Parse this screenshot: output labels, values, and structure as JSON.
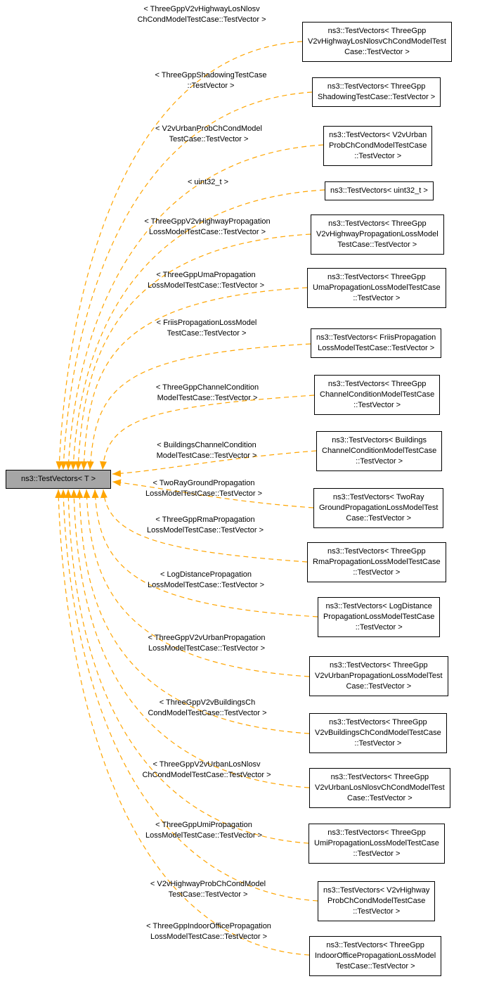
{
  "main_node": {
    "label": "ns3::TestVectors< T >"
  },
  "colors": {
    "edge": "#ffa500",
    "node_border": "#000000",
    "node_fill": "#ffffff",
    "main_node_fill": "#a6a6a6",
    "text": "#000000"
  },
  "instantiations": [
    {
      "node_label": "ns3::TestVectors< ThreeGpp\nV2vHighwayLosNlosvChCondModelTest\nCase::TestVector >",
      "edge_label": "< ThreeGppV2vHighwayLosNlosv\nChCondModelTestCase::TestVector >"
    },
    {
      "node_label": "ns3::TestVectors< ThreeGpp\nShadowingTestCase::TestVector >",
      "edge_label": "< ThreeGppShadowingTestCase\n::TestVector >"
    },
    {
      "node_label": "ns3::TestVectors< V2vUrban\nProbChCondModelTestCase\n::TestVector >",
      "edge_label": "< V2vUrbanProbChCondModel\nTestCase::TestVector >"
    },
    {
      "node_label": "ns3::TestVectors< uint32_t >",
      "edge_label": "< uint32_t >"
    },
    {
      "node_label": "ns3::TestVectors< ThreeGpp\nV2vHighwayPropagationLossModel\nTestCase::TestVector >",
      "edge_label": "< ThreeGppV2vHighwayPropagation\nLossModelTestCase::TestVector >"
    },
    {
      "node_label": "ns3::TestVectors< ThreeGpp\nUmaPropagationLossModelTestCase\n::TestVector >",
      "edge_label": "< ThreeGppUmaPropagation\nLossModelTestCase::TestVector >"
    },
    {
      "node_label": "ns3::TestVectors< FriisPropagation\nLossModelTestCase::TestVector >",
      "edge_label": "< FriisPropagationLossModel\nTestCase::TestVector >"
    },
    {
      "node_label": "ns3::TestVectors< ThreeGpp\nChannelConditionModelTestCase\n::TestVector >",
      "edge_label": "< ThreeGppChannelCondition\nModelTestCase::TestVector >"
    },
    {
      "node_label": "ns3::TestVectors< Buildings\nChannelConditionModelTestCase\n::TestVector >",
      "edge_label": "< BuildingsChannelCondition\nModelTestCase::TestVector >"
    },
    {
      "node_label": "ns3::TestVectors< TwoRay\nGroundPropagationLossModelTest\nCase::TestVector >",
      "edge_label": "< TwoRayGroundPropagation\nLossModelTestCase::TestVector >"
    },
    {
      "node_label": "ns3::TestVectors< ThreeGpp\nRmaPropagationLossModelTestCase\n::TestVector >",
      "edge_label": "< ThreeGppRmaPropagation\nLossModelTestCase::TestVector >"
    },
    {
      "node_label": "ns3::TestVectors< LogDistance\nPropagationLossModelTestCase\n::TestVector >",
      "edge_label": "< LogDistancePropagation\nLossModelTestCase::TestVector >"
    },
    {
      "node_label": "ns3::TestVectors< ThreeGpp\nV2vUrbanPropagationLossModelTest\nCase::TestVector >",
      "edge_label": "< ThreeGppV2vUrbanPropagation\nLossModelTestCase::TestVector >"
    },
    {
      "node_label": "ns3::TestVectors< ThreeGpp\nV2vBuildingsChCondModelTestCase\n::TestVector >",
      "edge_label": "< ThreeGppV2vBuildingsCh\nCondModelTestCase::TestVector >"
    },
    {
      "node_label": "ns3::TestVectors< ThreeGpp\nV2vUrbanLosNlosvChCondModelTest\nCase::TestVector >",
      "edge_label": "< ThreeGppV2vUrbanLosNlosv\nChCondModelTestCase::TestVector >"
    },
    {
      "node_label": "ns3::TestVectors< ThreeGpp\nUmiPropagationLossModelTestCase\n::TestVector >",
      "edge_label": "< ThreeGppUmiPropagation\nLossModelTestCase::TestVector >"
    },
    {
      "node_label": "ns3::TestVectors< V2vHighway\nProbChCondModelTestCase\n::TestVector >",
      "edge_label": "< V2vHighwayProbChCondModel\nTestCase::TestVector >"
    },
    {
      "node_label": "ns3::TestVectors< ThreeGpp\nIndoorOfficePropagationLossModel\nTestCase::TestVector >",
      "edge_label": "< ThreeGppIndoorOfficePropagation\nLossModelTestCase::TestVector >"
    }
  ]
}
